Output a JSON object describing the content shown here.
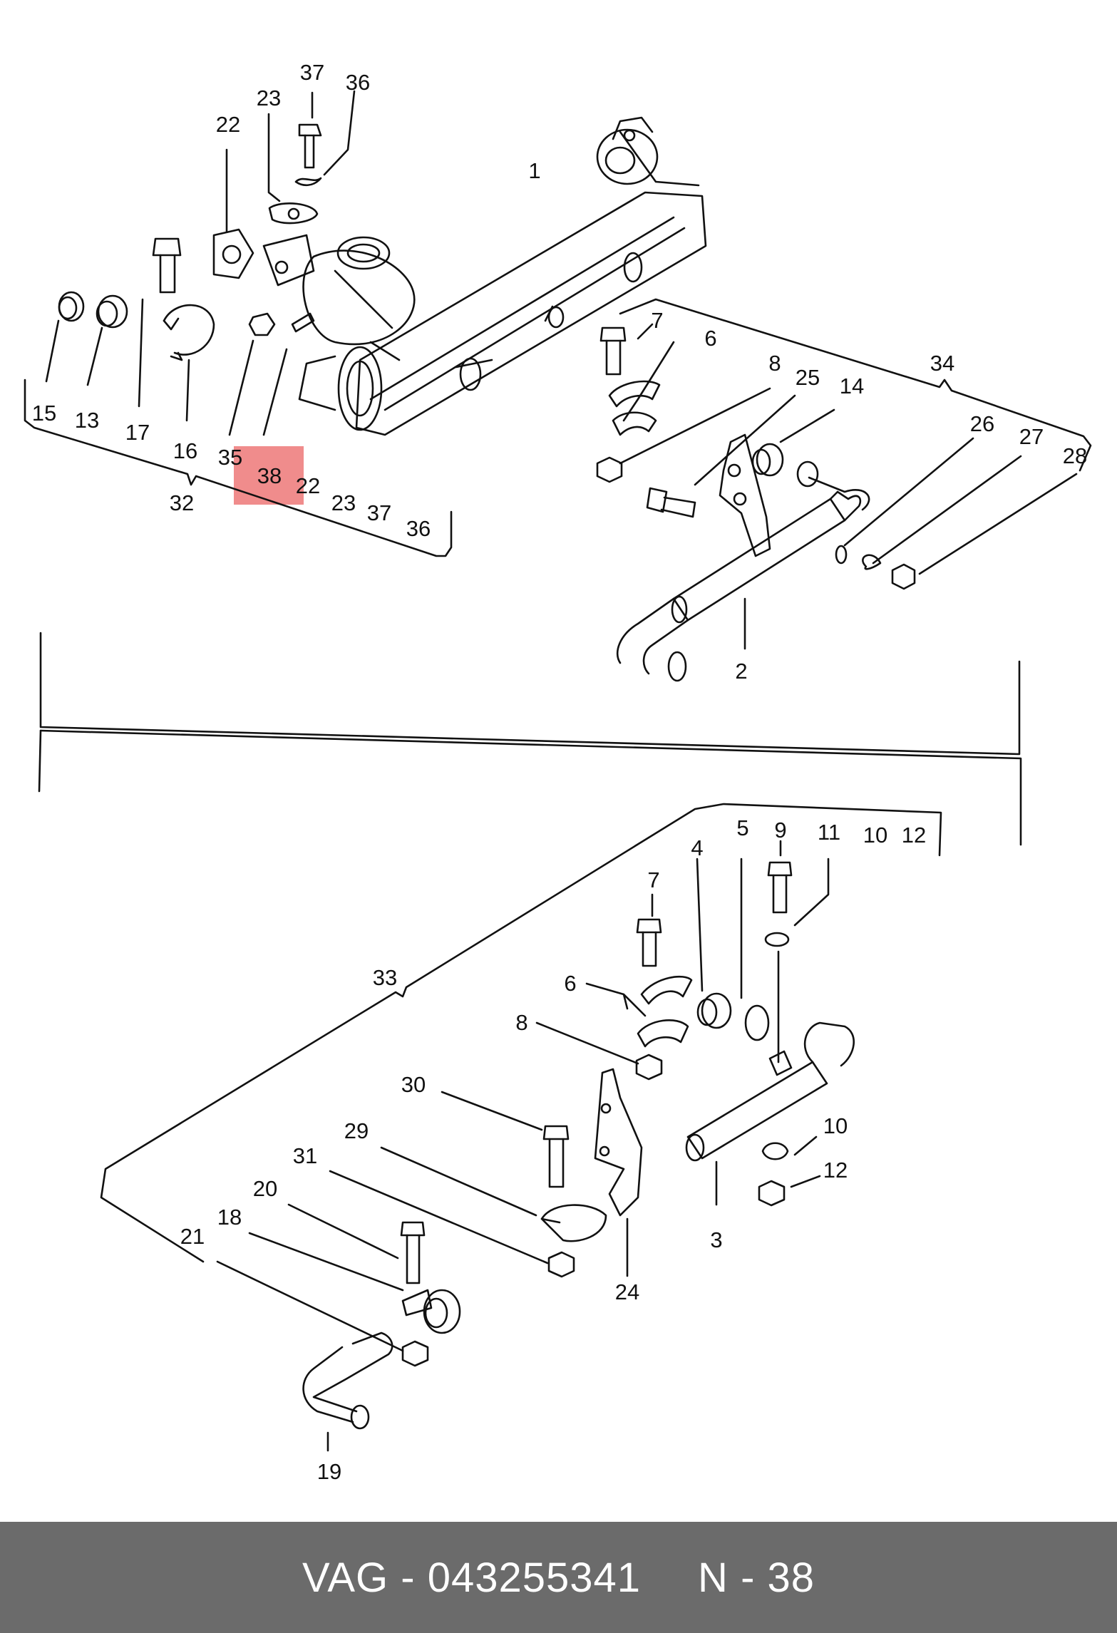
{
  "colors": {
    "line": "#111111",
    "highlight": "#f08c8c",
    "footer_bg": "#6b6b6b",
    "footer_text": "#ffffff"
  },
  "callouts": {
    "top": [
      "37",
      "36",
      "23",
      "22",
      "1",
      "15",
      "13",
      "17",
      "16",
      "35",
      "38",
      "22",
      "23",
      "37",
      "36",
      "32",
      "7",
      "6",
      "8",
      "25",
      "14",
      "34",
      "26",
      "27",
      "28",
      "2"
    ],
    "bottom": [
      "5",
      "9",
      "11",
      "10",
      "12",
      "4",
      "7",
      "6",
      "8",
      "33",
      "30",
      "29",
      "31",
      "20",
      "18",
      "21",
      "10",
      "12",
      "3",
      "24",
      "19"
    ]
  },
  "highlighted_callout": "38",
  "footer": {
    "brand": "VAG",
    "dash": "-",
    "part_number": "043255341",
    "ref_prefix": "N",
    "ref_dash": "-",
    "ref_number": "38"
  }
}
